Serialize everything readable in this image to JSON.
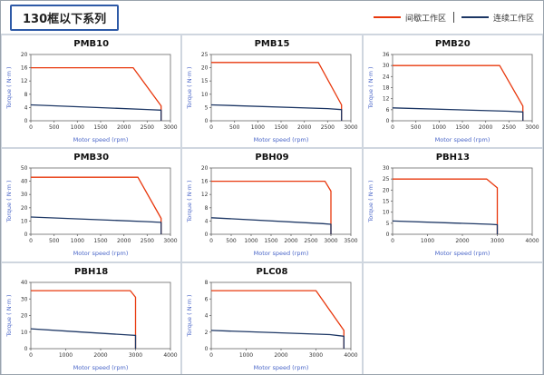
{
  "page": {
    "title": "130框以下系列"
  },
  "legend": {
    "intermittent": "间歇工作区",
    "continuous": "连续工作区",
    "intermittent_color": "#e8380d",
    "continuous_color": "#1c3664"
  },
  "colors": {
    "accent_blue": "#2e5aa7",
    "axis_label_blue": "#4a66c8",
    "tick_text": "#333333",
    "plot_border": "#666666"
  },
  "chart_data": [
    {
      "type": "line",
      "title": "PMB10",
      "xlabel": "Motor speed (rpm)",
      "ylabel": "Torque ( N·m )",
      "xlim": [
        0,
        3000
      ],
      "ylim": [
        0,
        20
      ],
      "xticks": [
        0,
        500,
        1000,
        1500,
        2000,
        2500,
        3000
      ],
      "yticks": [
        0,
        4,
        8,
        12,
        16,
        20
      ],
      "series": [
        {
          "name": "间歇工作区",
          "color": "#e8380d",
          "points": [
            [
              0,
              16
            ],
            [
              2200,
              16
            ],
            [
              2800,
              4.5
            ],
            [
              2800,
              0
            ]
          ]
        },
        {
          "name": "连续工作区",
          "color": "#1c3664",
          "points": [
            [
              0,
              4.8
            ],
            [
              2500,
              3.4
            ],
            [
              2800,
              3.2
            ],
            [
              2800,
              0
            ]
          ]
        }
      ]
    },
    {
      "type": "line",
      "title": "PMB15",
      "xlabel": "Motor speed (rpm)",
      "ylabel": "Torque ( N·m )",
      "xlim": [
        0,
        3000
      ],
      "ylim": [
        0,
        25
      ],
      "xticks": [
        0,
        500,
        1000,
        1500,
        2000,
        2500,
        3000
      ],
      "yticks": [
        0,
        5,
        10,
        15,
        20,
        25
      ],
      "series": [
        {
          "name": "间歇工作区",
          "color": "#e8380d",
          "points": [
            [
              0,
              22
            ],
            [
              2300,
              22
            ],
            [
              2800,
              6
            ],
            [
              2800,
              0
            ]
          ]
        },
        {
          "name": "连续工作区",
          "color": "#1c3664",
          "points": [
            [
              0,
              6
            ],
            [
              2500,
              4.6
            ],
            [
              2800,
              4.2
            ],
            [
              2800,
              0
            ]
          ]
        }
      ]
    },
    {
      "type": "line",
      "title": "PMB20",
      "xlabel": "Motor speed (rpm)",
      "ylabel": "Torque ( N·m )",
      "xlim": [
        0,
        3000
      ],
      "ylim": [
        0,
        36
      ],
      "xticks": [
        0,
        500,
        1000,
        1500,
        2000,
        2500,
        3000
      ],
      "yticks": [
        0,
        6,
        12,
        18,
        24,
        30,
        36
      ],
      "series": [
        {
          "name": "间歇工作区",
          "color": "#e8380d",
          "points": [
            [
              0,
              30
            ],
            [
              2300,
              30
            ],
            [
              2800,
              8
            ],
            [
              2800,
              0
            ]
          ]
        },
        {
          "name": "连续工作区",
          "color": "#1c3664",
          "points": [
            [
              0,
              7
            ],
            [
              2500,
              5.2
            ],
            [
              2800,
              4.8
            ],
            [
              2800,
              0
            ]
          ]
        }
      ]
    },
    {
      "type": "line",
      "title": "PMB30",
      "xlabel": "Motor speed (rpm)",
      "ylabel": "Torque ( N·m )",
      "xlim": [
        0,
        3000
      ],
      "ylim": [
        0,
        50
      ],
      "xticks": [
        0,
        500,
        1000,
        1500,
        2000,
        2500,
        3000
      ],
      "yticks": [
        0,
        10,
        20,
        30,
        40,
        50
      ],
      "series": [
        {
          "name": "间歇工作区",
          "color": "#e8380d",
          "points": [
            [
              0,
              43
            ],
            [
              2300,
              43
            ],
            [
              2800,
              12
            ],
            [
              2800,
              0
            ]
          ]
        },
        {
          "name": "连续工作区",
          "color": "#1c3664",
          "points": [
            [
              0,
              13
            ],
            [
              2500,
              9.5
            ],
            [
              2800,
              9
            ],
            [
              2800,
              0
            ]
          ]
        }
      ]
    },
    {
      "type": "line",
      "title": "PBH09",
      "xlabel": "Motor speed (rpm)",
      "ylabel": "Torque ( N·m )",
      "xlim": [
        0,
        3500
      ],
      "ylim": [
        0,
        20
      ],
      "xticks": [
        0,
        500,
        1000,
        1500,
        2000,
        2500,
        3000,
        3500
      ],
      "yticks": [
        0,
        4,
        8,
        12,
        16,
        20
      ],
      "series": [
        {
          "name": "间歇工作区",
          "color": "#e8380d",
          "points": [
            [
              0,
              16
            ],
            [
              2850,
              16
            ],
            [
              3000,
              13
            ],
            [
              3000,
              0
            ]
          ]
        },
        {
          "name": "连续工作区",
          "color": "#1c3664",
          "points": [
            [
              0,
              5
            ],
            [
              2800,
              3.2
            ],
            [
              3000,
              3
            ],
            [
              3000,
              0
            ]
          ]
        }
      ]
    },
    {
      "type": "line",
      "title": "PBH13",
      "xlabel": "Motor speed (rpm)",
      "ylabel": "Torque ( N·m )",
      "xlim": [
        0,
        4000
      ],
      "ylim": [
        0,
        30
      ],
      "xticks": [
        0,
        1000,
        2000,
        3000,
        4000
      ],
      "yticks": [
        0,
        5,
        10,
        15,
        20,
        25,
        30
      ],
      "series": [
        {
          "name": "间歇工作区",
          "color": "#e8380d",
          "points": [
            [
              0,
              25
            ],
            [
              2700,
              25
            ],
            [
              3000,
              21
            ],
            [
              3000,
              0
            ]
          ]
        },
        {
          "name": "连续工作区",
          "color": "#1c3664",
          "points": [
            [
              0,
              6
            ],
            [
              2800,
              4.5
            ],
            [
              3000,
              4.3
            ],
            [
              3000,
              0
            ]
          ]
        }
      ]
    },
    {
      "type": "line",
      "title": "PBH18",
      "xlabel": "Motor speed (rpm)",
      "ylabel": "Torque ( N·m )",
      "xlim": [
        0,
        4000
      ],
      "ylim": [
        0,
        40
      ],
      "xticks": [
        0,
        1000,
        2000,
        3000,
        4000
      ],
      "yticks": [
        0,
        10,
        20,
        30,
        40
      ],
      "series": [
        {
          "name": "间歇工作区",
          "color": "#e8380d",
          "points": [
            [
              0,
              35
            ],
            [
              2850,
              35
            ],
            [
              3000,
              31
            ],
            [
              3000,
              0
            ]
          ]
        },
        {
          "name": "连续工作区",
          "color": "#1c3664",
          "points": [
            [
              0,
              12
            ],
            [
              1500,
              10
            ],
            [
              3000,
              8
            ],
            [
              3000,
              0
            ]
          ]
        }
      ]
    },
    {
      "type": "line",
      "title": "PLC08",
      "xlabel": "Motor speed (rpm)",
      "ylabel": "Torque ( N·m )",
      "xlim": [
        0,
        4000
      ],
      "ylim": [
        0,
        8
      ],
      "xticks": [
        0,
        1000,
        2000,
        3000,
        4000
      ],
      "yticks": [
        0,
        2,
        4,
        6,
        8
      ],
      "series": [
        {
          "name": "间歇工作区",
          "color": "#e8380d",
          "points": [
            [
              0,
              7
            ],
            [
              3000,
              7
            ],
            [
              3800,
              2.2
            ],
            [
              3800,
              0
            ]
          ]
        },
        {
          "name": "连续工作区",
          "color": "#1c3664",
          "points": [
            [
              0,
              2.2
            ],
            [
              3400,
              1.7
            ],
            [
              3800,
              1.5
            ],
            [
              3800,
              0
            ]
          ]
        }
      ]
    }
  ]
}
